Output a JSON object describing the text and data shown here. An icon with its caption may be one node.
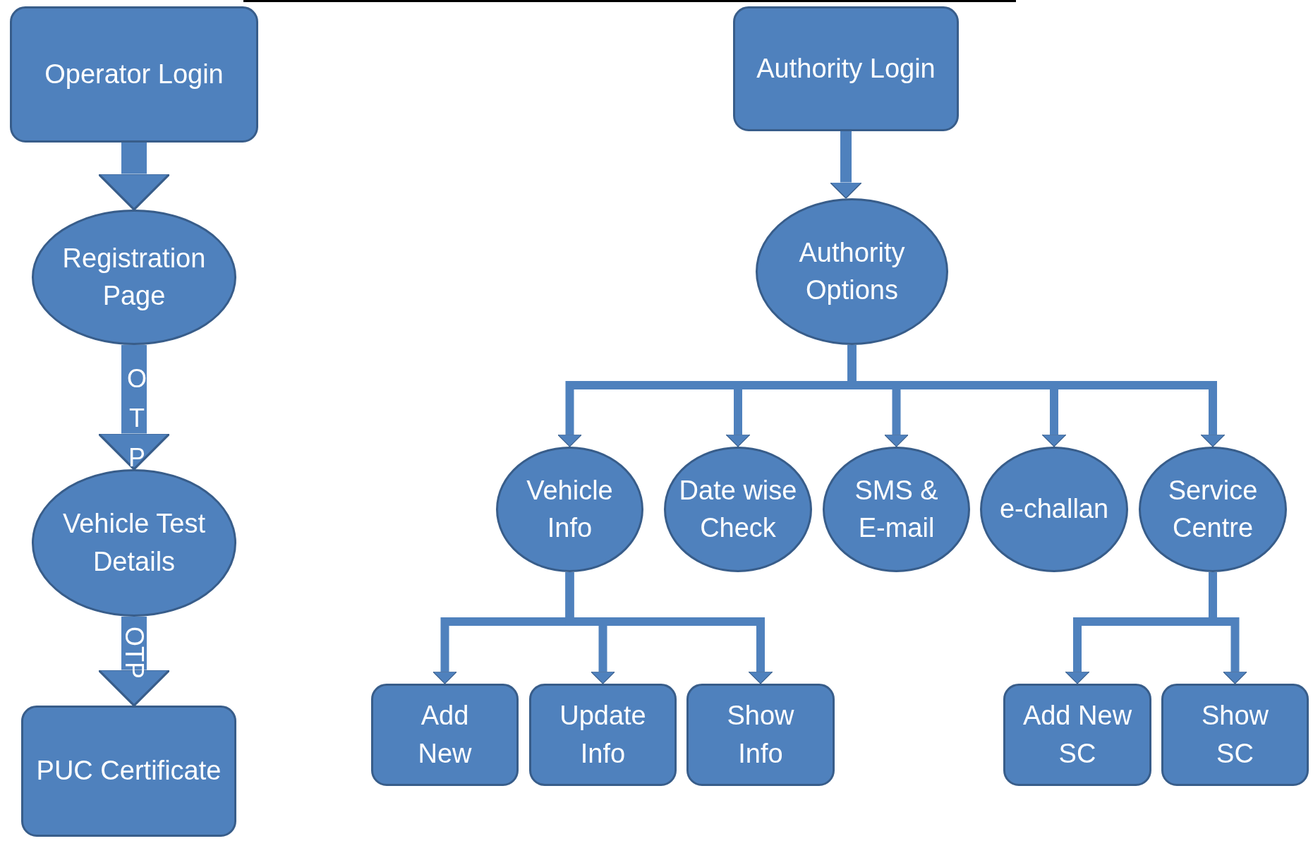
{
  "diagram": {
    "nodes": [
      {
        "text": [
          "Operator Login"
        ]
      },
      {
        "text": [
          "Registration Page"
        ]
      },
      {
        "text": [
          "Vehicle Test Details"
        ]
      },
      {
        "text": [
          "PUC Certificate"
        ]
      },
      {
        "text": [
          "Authority Login"
        ]
      },
      {
        "text": [
          "Authority Options"
        ]
      },
      {
        "text": [
          "Vehicle Info"
        ]
      },
      {
        "text": [
          "Date wise Check"
        ]
      },
      {
        "text": [
          "SMS & E-mail"
        ]
      },
      {
        "text": [
          "e-challan"
        ]
      },
      {
        "text": [
          "Service Centre"
        ]
      },
      {
        "text": [
          "Add New"
        ]
      },
      {
        "text": [
          "Update Info"
        ]
      },
      {
        "text": [
          "Show Info"
        ]
      },
      {
        "text": [
          "Add New SC"
        ]
      },
      {
        "text": [
          "Show SC"
        ]
      }
    ],
    "edges": [
      {
        "from": 0,
        "to": 1,
        "arrow": "to",
        "style": "thick"
      },
      {
        "from": 1,
        "to": 2,
        "arrow": "to",
        "label": "OTP",
        "style": "thick"
      },
      {
        "from": 2,
        "to": 3,
        "arrow": "to",
        "label": "OTP",
        "style": "thick"
      },
      {
        "from": 4,
        "to": 5,
        "arrow": "to"
      },
      {
        "from": 5,
        "to": 6,
        "arrow": "to"
      },
      {
        "from": 5,
        "to": 7,
        "arrow": "to"
      },
      {
        "from": 5,
        "to": 8,
        "arrow": "to"
      },
      {
        "from": 5,
        "to": 9,
        "arrow": "to"
      },
      {
        "from": 5,
        "to": 10,
        "arrow": "to"
      },
      {
        "from": 6,
        "to": 11,
        "arrow": "to"
      },
      {
        "from": 6,
        "to": 12,
        "arrow": "to"
      },
      {
        "from": 6,
        "to": 13,
        "arrow": "to"
      },
      {
        "from": 10,
        "to": 14,
        "arrow": "to"
      },
      {
        "from": 10,
        "to": 15,
        "arrow": "to"
      }
    ]
  }
}
